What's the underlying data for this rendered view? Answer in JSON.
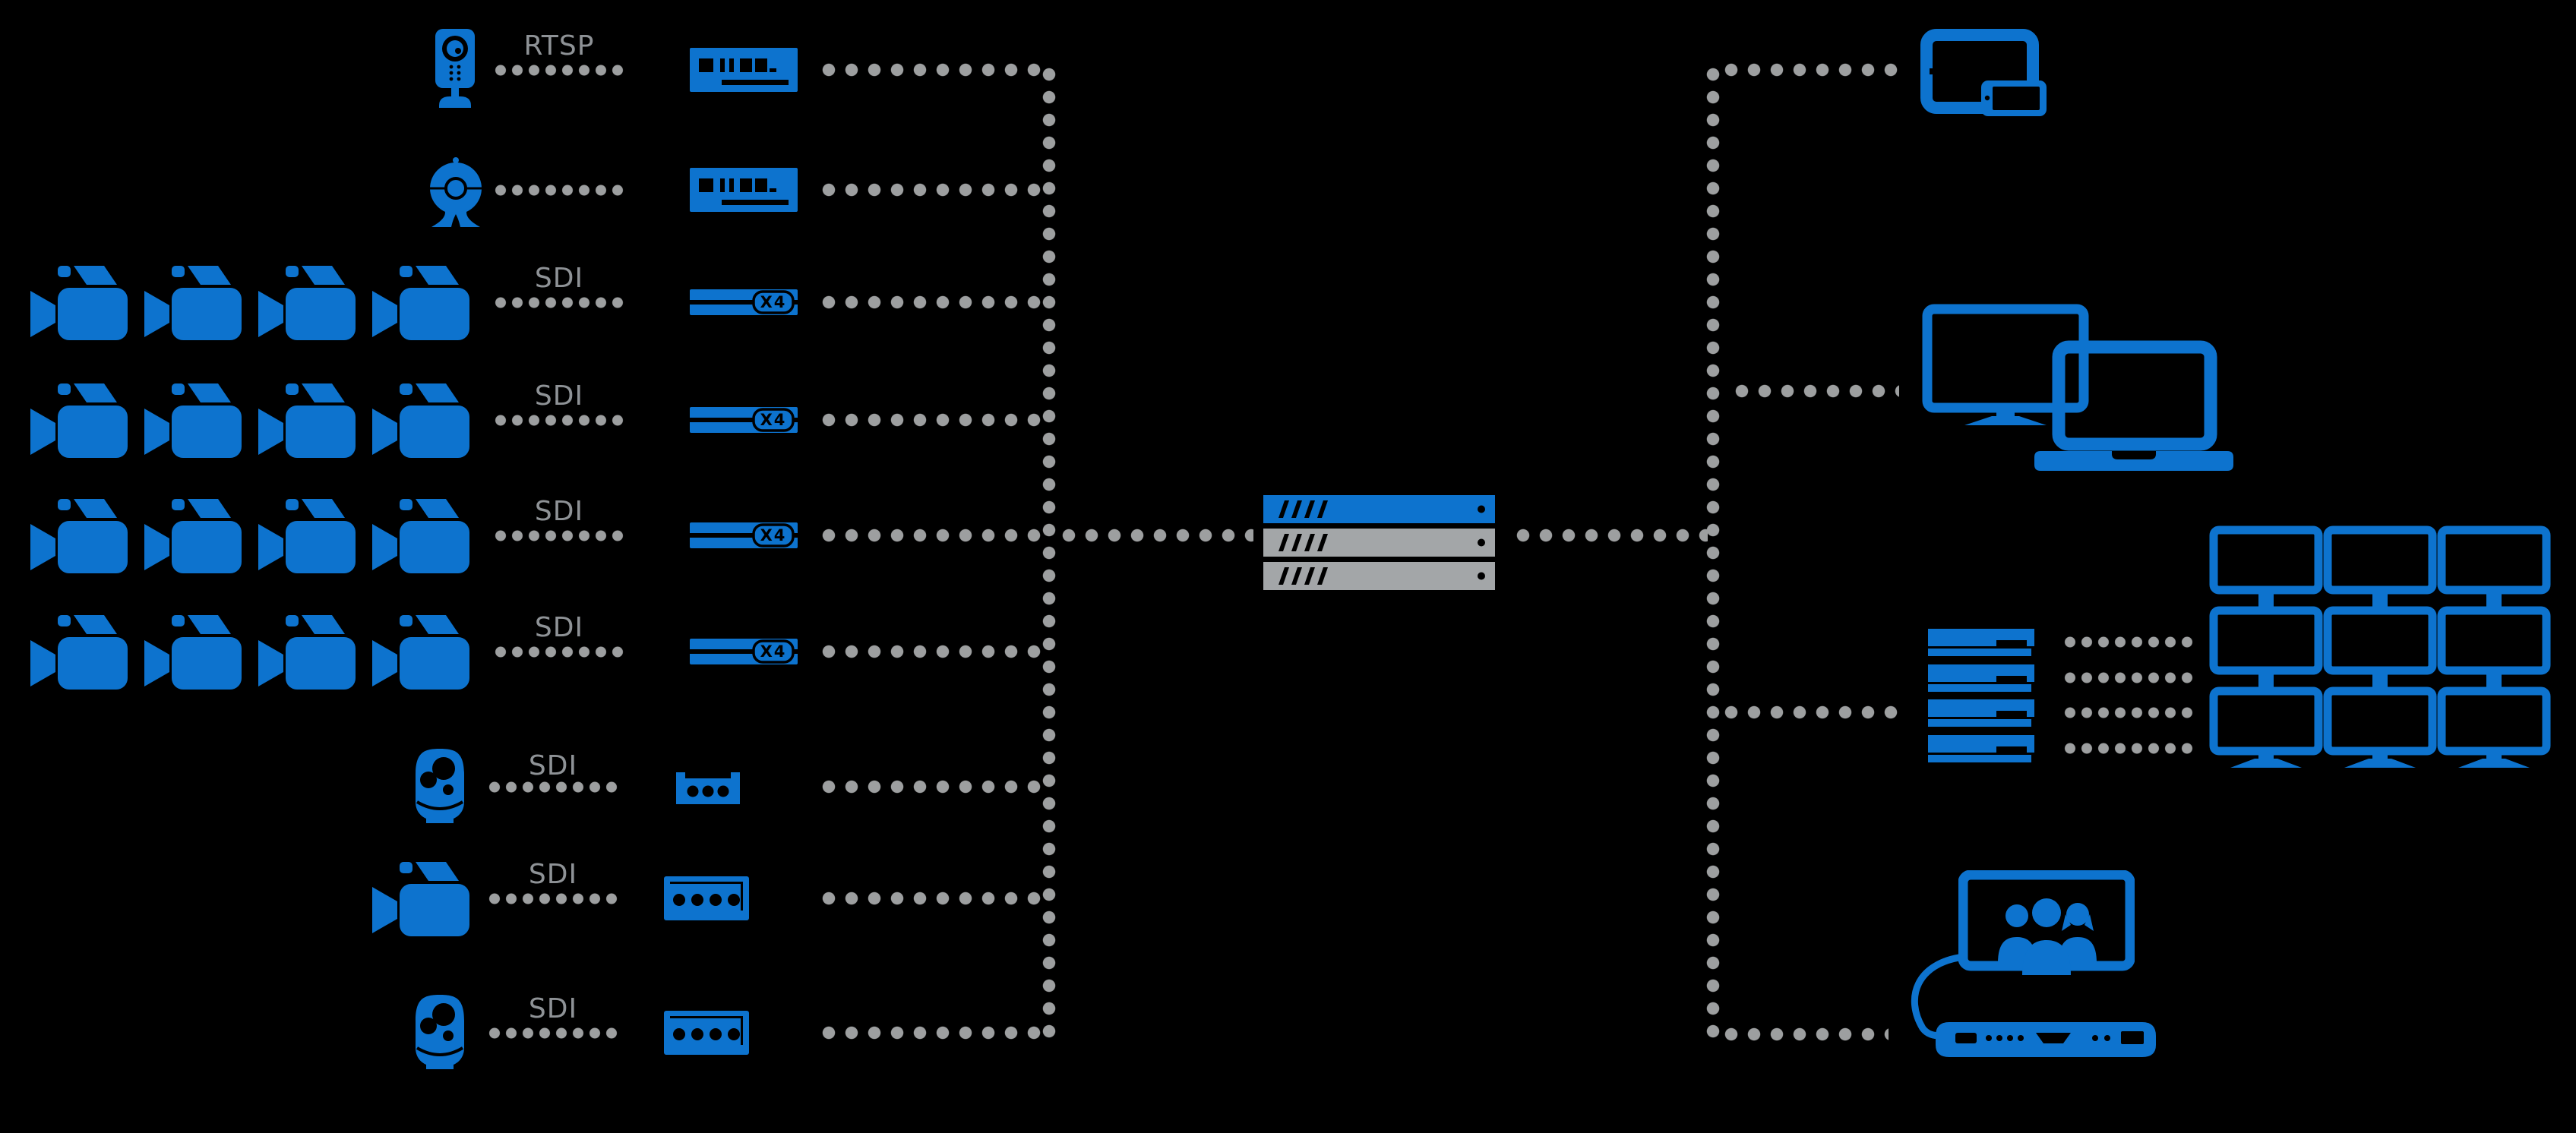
{
  "diagram": {
    "background": "#000000",
    "colors": {
      "accent_blue": "#0d73ce",
      "connector_gray": "#9d9fa0",
      "server_gray": "#a3a6a8",
      "label_gray": "#8e9296"
    },
    "labels": {
      "rtsp": "RTSP",
      "sdi": "SDI",
      "x4_badge": "X4"
    },
    "sources": [
      {
        "type": "ip-camera",
        "protocol": "RTSP",
        "count": 1,
        "device": "streaming-encoder"
      },
      {
        "type": "webcam",
        "protocol": "",
        "count": 1,
        "device": "streaming-encoder"
      },
      {
        "type": "video-camera",
        "protocol": "SDI",
        "count": 4,
        "device": "encoder-x4"
      },
      {
        "type": "video-camera",
        "protocol": "SDI",
        "count": 4,
        "device": "encoder-x4"
      },
      {
        "type": "video-camera",
        "protocol": "SDI",
        "count": 4,
        "device": "encoder-x4"
      },
      {
        "type": "video-camera",
        "protocol": "SDI",
        "count": 4,
        "device": "encoder-x4"
      },
      {
        "type": "ptz-dome-camera",
        "protocol": "SDI",
        "count": 1,
        "device": "mini-converter"
      },
      {
        "type": "video-camera",
        "protocol": "SDI",
        "count": 1,
        "device": "encoder"
      },
      {
        "type": "ptz-dome-camera",
        "protocol": "SDI",
        "count": 1,
        "device": "encoder"
      }
    ],
    "center_server": {
      "units": [
        {
          "color": "blue"
        },
        {
          "color": "gray"
        },
        {
          "color": "gray"
        }
      ]
    },
    "outputs": [
      {
        "type": "tablet-and-smartphone"
      },
      {
        "type": "desktop-monitor-and-laptop"
      },
      {
        "type": "decoder-rack-to-video-wall",
        "rack_units": 4,
        "video_wall": "3x3 monitors"
      },
      {
        "type": "video-conference-system"
      }
    ],
    "connection_style": "dotted"
  }
}
